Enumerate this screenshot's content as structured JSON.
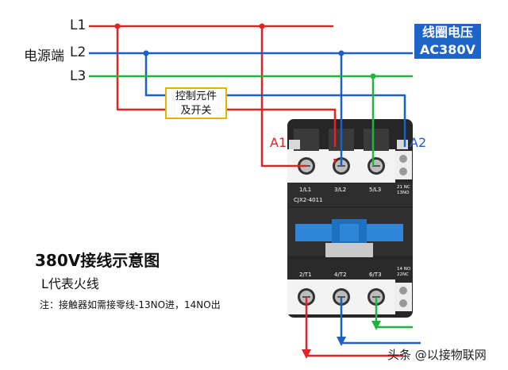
{
  "labels": {
    "l1": "L1",
    "l2": "L2",
    "l3": "L3",
    "source": "电源端",
    "coil_line1": "线圈电压",
    "coil_line2": "AC380V",
    "control_line1": "控制元件",
    "control_line2": "及开关",
    "a1": "A1",
    "a2": "A2"
  },
  "device": {
    "model": "CJX2-4011",
    "top_terminals": [
      "1/L1",
      "3/L2",
      "5/L3"
    ],
    "top_aux": [
      "21 NC",
      "13NO"
    ],
    "bottom_terminals": [
      "2/T1",
      "4/T2",
      "6/T3"
    ],
    "bottom_aux": [
      "14 NO",
      "22NC"
    ]
  },
  "text": {
    "title": "380V接线示意图",
    "subtitle": "L代表火线",
    "note": "注：接触器如需接零线-13NO进，14NO出",
    "watermark": "头条 @以接物联网"
  },
  "colors": {
    "l1_wire": "#e02424",
    "l2_wire": "#1e5fc4",
    "l3_wire": "#1fb53a",
    "coil_box": "#1e63c7",
    "control_border": "#e6b400",
    "contactor_body": "#2b2b2b",
    "terminal_face": "#f2f2f2",
    "slider": "#2f86d8"
  }
}
